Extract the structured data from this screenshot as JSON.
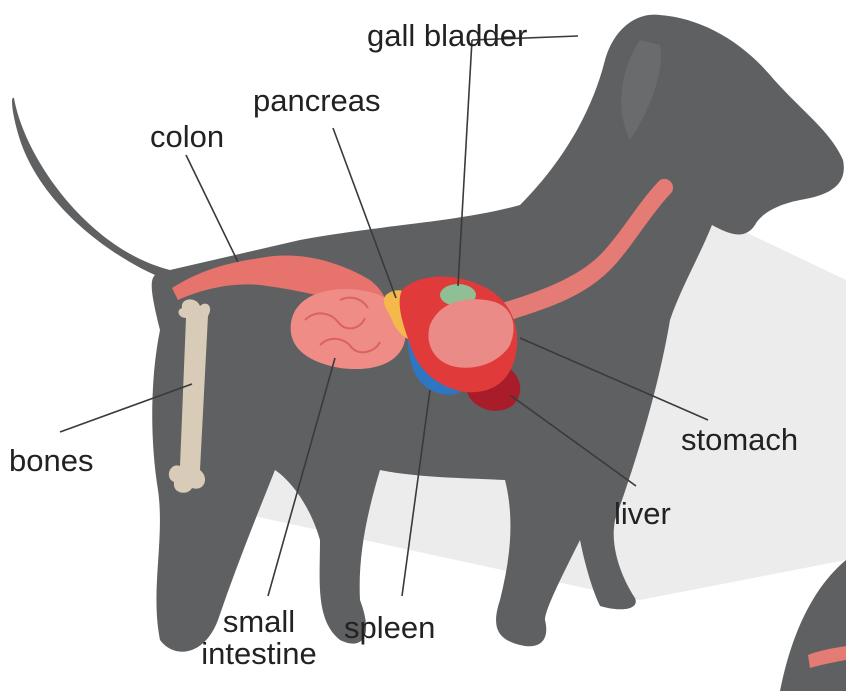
{
  "labels": {
    "gall_bladder": "gall bladder",
    "pancreas": "pancreas",
    "colon": "colon",
    "bones": "bones",
    "stomach": "stomach",
    "liver": "liver",
    "small_intestine_line1": "small",
    "small_intestine_line2": "intestine",
    "spleen": "spleen"
  },
  "colors": {
    "dog_body": "#5f6062",
    "shadow": "#e9e9ea",
    "bone": "#d8cbb7",
    "colon": "#e6736c",
    "small_intestine": "#ef8c86",
    "pancreas": "#f4b94a",
    "gall_bladder": "#8fbf95",
    "spleen": "#2f76c2",
    "liver": "#e03a3a",
    "liver_dark": "#a91d2a",
    "stomach": "#ea8b87",
    "esophagus": "#e47b74",
    "leader_line": "#3a3a3a",
    "text": "#222222"
  }
}
